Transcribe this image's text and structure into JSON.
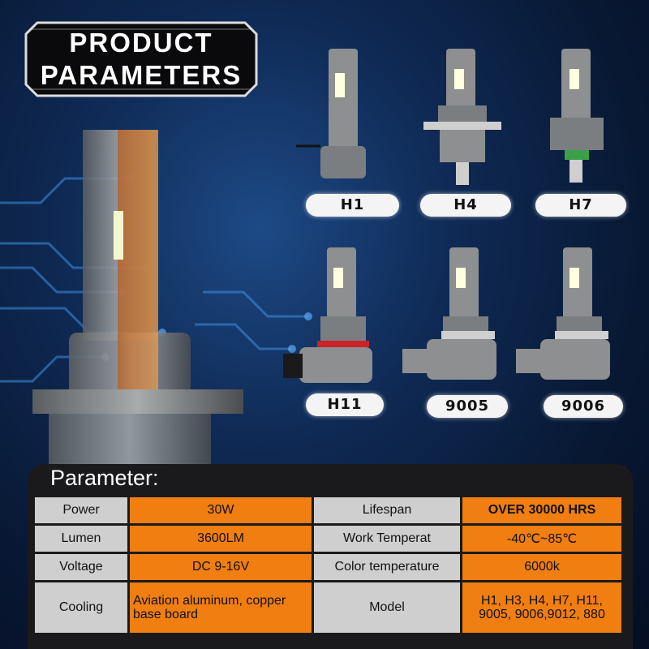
{
  "header": {
    "title_line1": "PRODUCT",
    "title_line2": "PARAMETERS"
  },
  "products": [
    {
      "model": "H1"
    },
    {
      "model": "H4"
    },
    {
      "model": "H7"
    },
    {
      "model": "H11"
    },
    {
      "model": "9005"
    },
    {
      "model": "9006"
    }
  ],
  "parameters": {
    "heading": "Parameter:",
    "rows": [
      {
        "label1": "Power",
        "value1": "30W",
        "label2": "Lifespan",
        "value2": "OVER 30000 HRS"
      },
      {
        "label1": "Lumen",
        "value1": "3600LM",
        "label2": "Work Temperat",
        "value2": "-40℃~85℃"
      },
      {
        "label1": "Voltage",
        "value1": "DC 9-16V",
        "label2": "Color temperature",
        "value2": "6000k"
      },
      {
        "label1": "Cooling",
        "value1_line1": "Aviation aluminum, copper",
        "value1_line2": "base board",
        "label2": "Model",
        "value2_line1": "H1, H3, H4, H7, H11,",
        "value2_line2": "9005, 9006,9012, 880"
      }
    ]
  },
  "colors": {
    "accent_orange": "#f07e11",
    "label_gray": "#cfcfcf",
    "panel_dark": "#1a1a1c",
    "background_blue": "#0f2a55"
  }
}
